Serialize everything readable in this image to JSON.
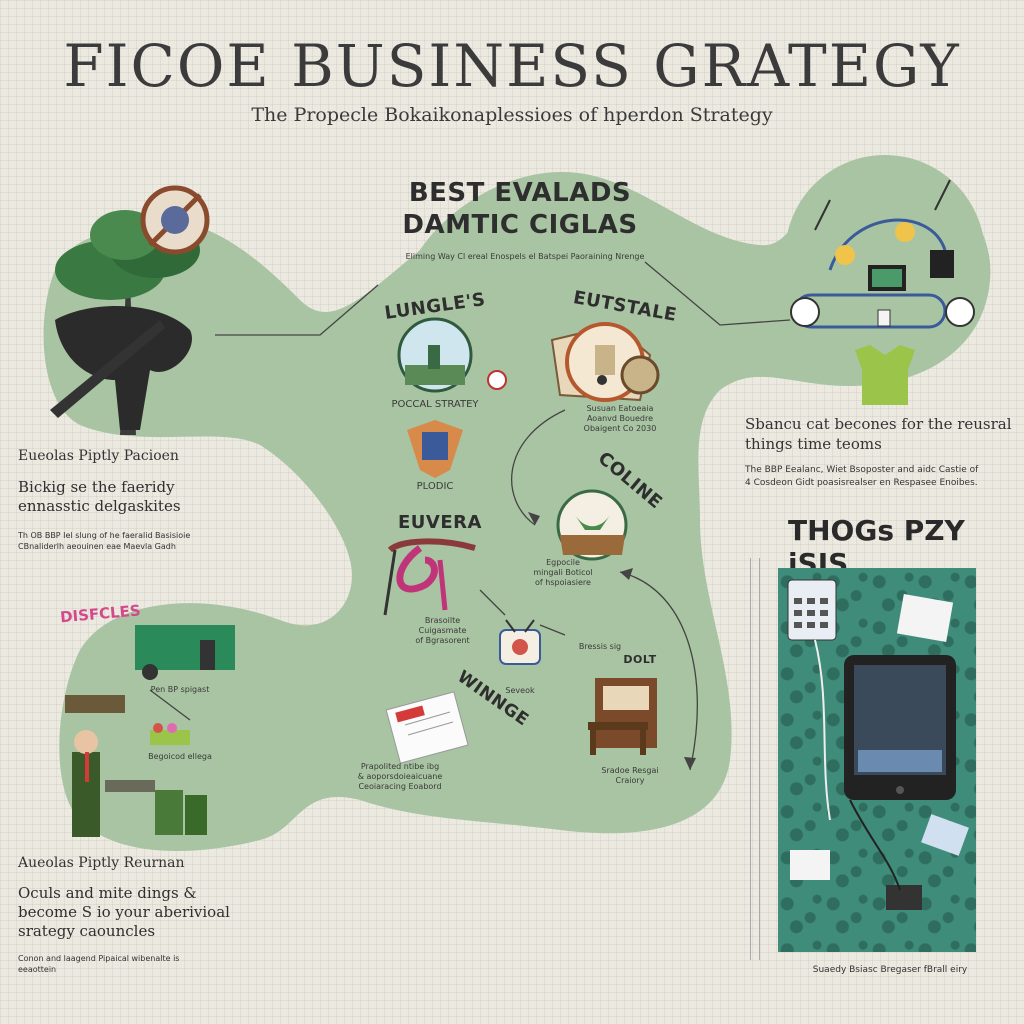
{
  "header": {
    "title": "FICOE BUSINESS GRATEGY",
    "subtitle": "The Propecle Bokaikonaplessioes of hperdon Strategy"
  },
  "center": {
    "title_line1": "BEST EVALADS",
    "title_line2": "DAMTIC CIGLAS",
    "tagline": "Eliming Way Cl ereal Enospels el Batspei Paoraining Nrenge"
  },
  "nodes": {
    "lungles": {
      "title": "LUNGLE'S",
      "label": "POCCAL STRATEY"
    },
    "eutstale": {
      "title": "EUTSTALE",
      "caption": "Susuan Eatoeaia\nAoanvd Bouedre\nObaigent Co 2030"
    },
    "plodic": {
      "label": "PLODIC"
    },
    "coline": {
      "title": "COLINE",
      "caption": "Egpocile\nmingali Boticol\nof hspoiasiere"
    },
    "euvera": {
      "title": "EUVERA",
      "caption": "Brasoilte\nCuigasmate\nof Bgrasorent"
    },
    "seveok": {
      "label": "Seveok",
      "side": "Bressis sig"
    },
    "winnge": {
      "title": "WINNGE",
      "caption": "Prapolited ntibe ibg\n& aoporsdoieaicuane\nCeoiaracing Eoabord"
    },
    "dolt": {
      "title": "DOLT",
      "caption": "Sradoe Resgai\nCraiory"
    }
  },
  "left_top": {
    "head": "Eueolas Piptly Pacioen",
    "body": "Bickig se the faeridy\nennasstic delgaskites",
    "small": "Th OB BBP Iel slung of he faeralid Basisioie\nCBnaliderlh aeouinen eae Maevla Gadh"
  },
  "left_bottom": {
    "badge": "DISFCLES",
    "cap1": "Pen BP spigast",
    "cap2": "Begoicod ellega",
    "head": "Aueolas Piptly Reurnan",
    "body": "Oculs and mite dings &\nbecome S io your aberivioal\nsrategy caouncles",
    "small": "Conon and laagend Pipaical wibenalte is\neeaottein"
  },
  "right_top": {
    "heading": "Sbancu cat becones for the reusral\nthings time teoms",
    "small": "The BBP Eealanc, Wiet Bsoposter and aidc Castie of\n4 Cosdeon Gidt poasisrealser en Respasee Enoibes."
  },
  "tools": {
    "title": "THOGs PZY iSIS",
    "caption": "Suaedy Bsiasc Bregaser fBrall eiry"
  },
  "colors": {
    "blob": "#a9c4a2",
    "panel": "#3f8c7a",
    "title_accent": "#3f6a4a"
  }
}
